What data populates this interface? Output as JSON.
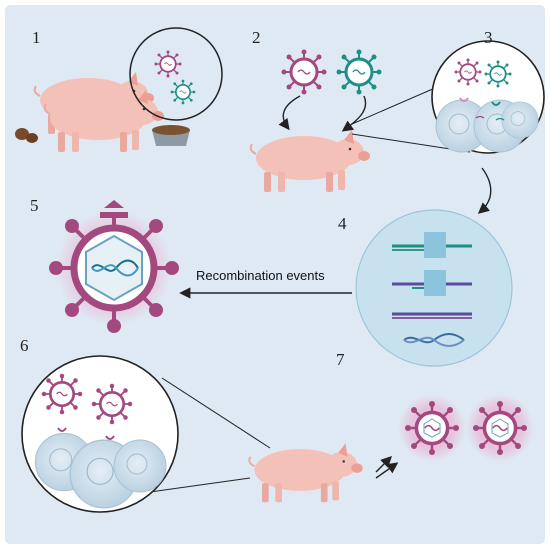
{
  "steps": [
    "1",
    "2",
    "3",
    "4",
    "5",
    "6",
    "7"
  ],
  "arrow_label": "Recombination events",
  "colors": {
    "background": "#dfe9f3",
    "virus_magenta": "#a3497f",
    "virus_teal": "#1e8f86",
    "pig_pink": "#f4c1b8",
    "cell_blue": "#c8dcea",
    "zoom_circle": "#c7e2ee"
  }
}
